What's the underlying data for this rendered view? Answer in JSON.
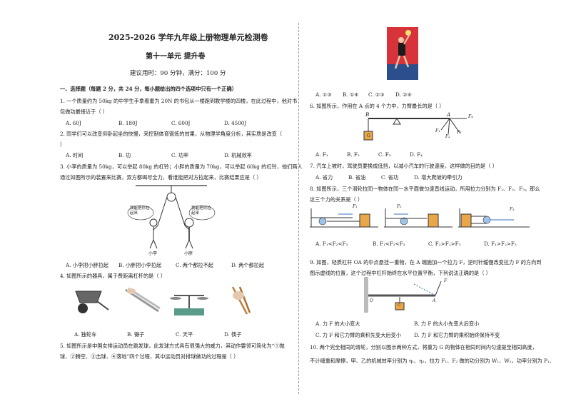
{
  "header": {
    "title": "2025-2026 学年九年级上册物理单元检测卷",
    "subtitle": "第十一单元  提升卷",
    "meta": "建议用时：90 分钟，满分：100 分"
  },
  "section1": "一、选择题（每题 2 分，共 24 分，每小题给出的四个选项中只有一个正确）",
  "q1": {
    "line1": "1. 一个质量约为 50kg 的中学生手拿着重为 20N 的书包从一楼跑到教学楼的四楼，在此过程中，他对书",
    "line2": "包做功最接近于（     ）",
    "opts": [
      "A. 60J",
      "B. 180J",
      "C. 600J",
      "D. 4500J"
    ]
  },
  "q2": {
    "line1": "2. 同学们可以改变仰卧起坐的快慢，来控制体育锻炼的效果，从物理学角度分析，其实质是改变（",
    "line2": "）",
    "opts": [
      "A. 时间",
      "B. 功",
      "C. 功率",
      "D. 机械效率"
    ]
  },
  "q3": {
    "line1": "3. 小李的质量为 50kg，可以举起 80kg 的杠铃；小胖的质量为 70kg，可以举起 60kg 的杠铃，他们两人",
    "line2": "通过如图所示的装置来比赛，双方都竭尽全力，看谁能把对方拉起来，比赛结果应是（     ）",
    "bubble_left": "我能把你拉起来",
    "bubble_right": "我能把你拉起来",
    "label_left": "小李",
    "label_right": "小胖",
    "opts": [
      "A. 小李把小胖拉起",
      "B. 小胖把小李拉起",
      "C. 两个都拉不起",
      "D. 两个都拉起"
    ]
  },
  "q4": {
    "line1": "4. 如图所示的器具，属于费距离杠杆的是（     ）",
    "opts": [
      "A. 独轮车",
      "B. 镊子",
      "C. 天平",
      "D. 筷子"
    ]
  },
  "q5": {
    "line1": "5. 如图所示是中国女排运动员在跳发球，此发球方式具有很强大的威力，其动作要领可简化为“①抛",
    "line2": "球、②腾空、③击球、④落地”四个过程，其中运动员对排球做功的过程是（     ）",
    "opts": [
      "A. ①③",
      "B. ①④",
      "C. ②③",
      "D. ②④"
    ]
  },
  "q6": {
    "line1": "6. 如图所示，作用在 A 点的 4 个力中，力臂最长的是（     ）",
    "labels": {
      "B": "B",
      "A": "A",
      "G": "G",
      "F1": "F₁",
      "F2": "F₂",
      "F3": "F₃",
      "F4": "F₄"
    },
    "opts": [
      "A. F₁",
      "B. F₂",
      "C. F₃",
      "D. F₄"
    ]
  },
  "q7": {
    "line1": "7. 汽车上坡时，驾驶员要换成低挡，以减小汽车的行驶速度，这样做的目的是（     ）",
    "opts": [
      "A. 省力",
      "B. 省油",
      "C. 省功",
      "D. 增大爬坡的牵引力"
    ]
  },
  "q8": {
    "line1": "8. 如图所示，三个滑轮拉同一物体在同一水平面做匀速直线运动，所用拉力分别为 F₁、F₂、F₃，那么",
    "line2": "这三个力的关系是（     ）",
    "labels": [
      "F₁",
      "F₂",
      "F₃"
    ],
    "opts": [
      "A. F₁<F₂<F₃",
      "B. F₁<F₂<F₃",
      "C. F₂>F₁>F₃",
      "D. F₁>F₂>F₃"
    ]
  },
  "q9": {
    "line1": "9. 如图，轻质杠杆 OA 的中点悬挂一重物，在 A 端施加一个拉力 F，逆时针缓慢改变拉力 F 的方向到",
    "line2": "图示虚线的位置，这个过程中杠杆始终在水平位置平衡，下列说法正确的是（     ）",
    "labels": {
      "O": "O",
      "A": "A",
      "F": "F",
      "G": "G"
    },
    "opts": [
      "A. 力 F 的大小变大",
      "B. 力 F 的大小先变大后变小",
      "C. 力 F 和它力臂的乘积先变大后变小",
      "D. 力 F 和它力臂的乘积始终保持不变"
    ]
  },
  "q10": {
    "line1": "10. 两个完全相同的滑轮，分别以图示两种方式，将重为 G 的物体在相同时间内匀速提至相同高度，",
    "line2": "不计绳重和摩擦，甲、乙的机械效率分别为 η₁、η₂，拉力 F₁、F₂ 做的功分别为 W₁、W₂，功率分别为 P₁、"
  },
  "colors": {
    "text": "#222222",
    "divider": "#999999",
    "block": "#e8a84a",
    "arrow": "#3a6fbf"
  }
}
